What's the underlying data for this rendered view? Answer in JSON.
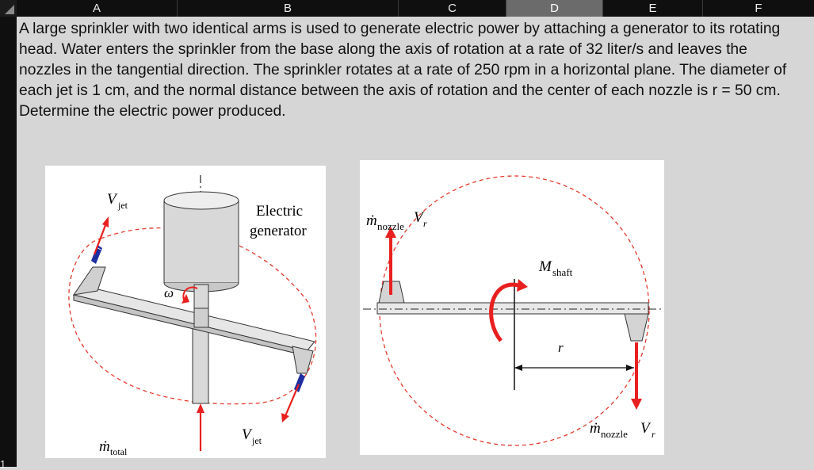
{
  "spreadsheet": {
    "columns": [
      "A",
      "B",
      "C",
      "D",
      "E",
      "F"
    ],
    "selected_column": "D",
    "row_label": "1"
  },
  "problem": {
    "text": "A large sprinkler with two identical arms is used to generate electric power by attaching a generator to its rotating head. Water enters the sprinkler from the base along the axis of rotation at a rate of 32 liter/s and leaves the nozzles in the tangential direction. The sprinkler rotates at a rate of 250 rpm in a horizontal plane. The diameter of each jet is 1 cm, and the normal distance between the axis of rotation and the center of each nozzle is r = 50 cm. Determine the electric power produced."
  },
  "figure_left": {
    "v_jet_top": "V",
    "v_jet_top_sub": "jet",
    "electric": "Electric",
    "generator": "generator",
    "omega": "ω",
    "v_jet_bottom": "V",
    "v_jet_bottom_sub": "jet",
    "m_total": "ṁ",
    "m_total_sub": "total"
  },
  "figure_right": {
    "m_nozzle_top": "ṁ",
    "m_nozzle_top_sub": "nozzle",
    "v_r_top": "V",
    "v_r_top_sub": "r",
    "m_shaft": "M",
    "m_shaft_sub": "shaft",
    "r_label": "r",
    "m_nozzle_bottom": "ṁ",
    "m_nozzle_bottom_sub": "nozzle",
    "v_r_bottom": "V",
    "v_r_bottom_sub": "r"
  },
  "colors": {
    "arrow_red": "#e8201f",
    "dash_red": "#e33a2d",
    "nozzle_blue": "#1f2fa0"
  }
}
